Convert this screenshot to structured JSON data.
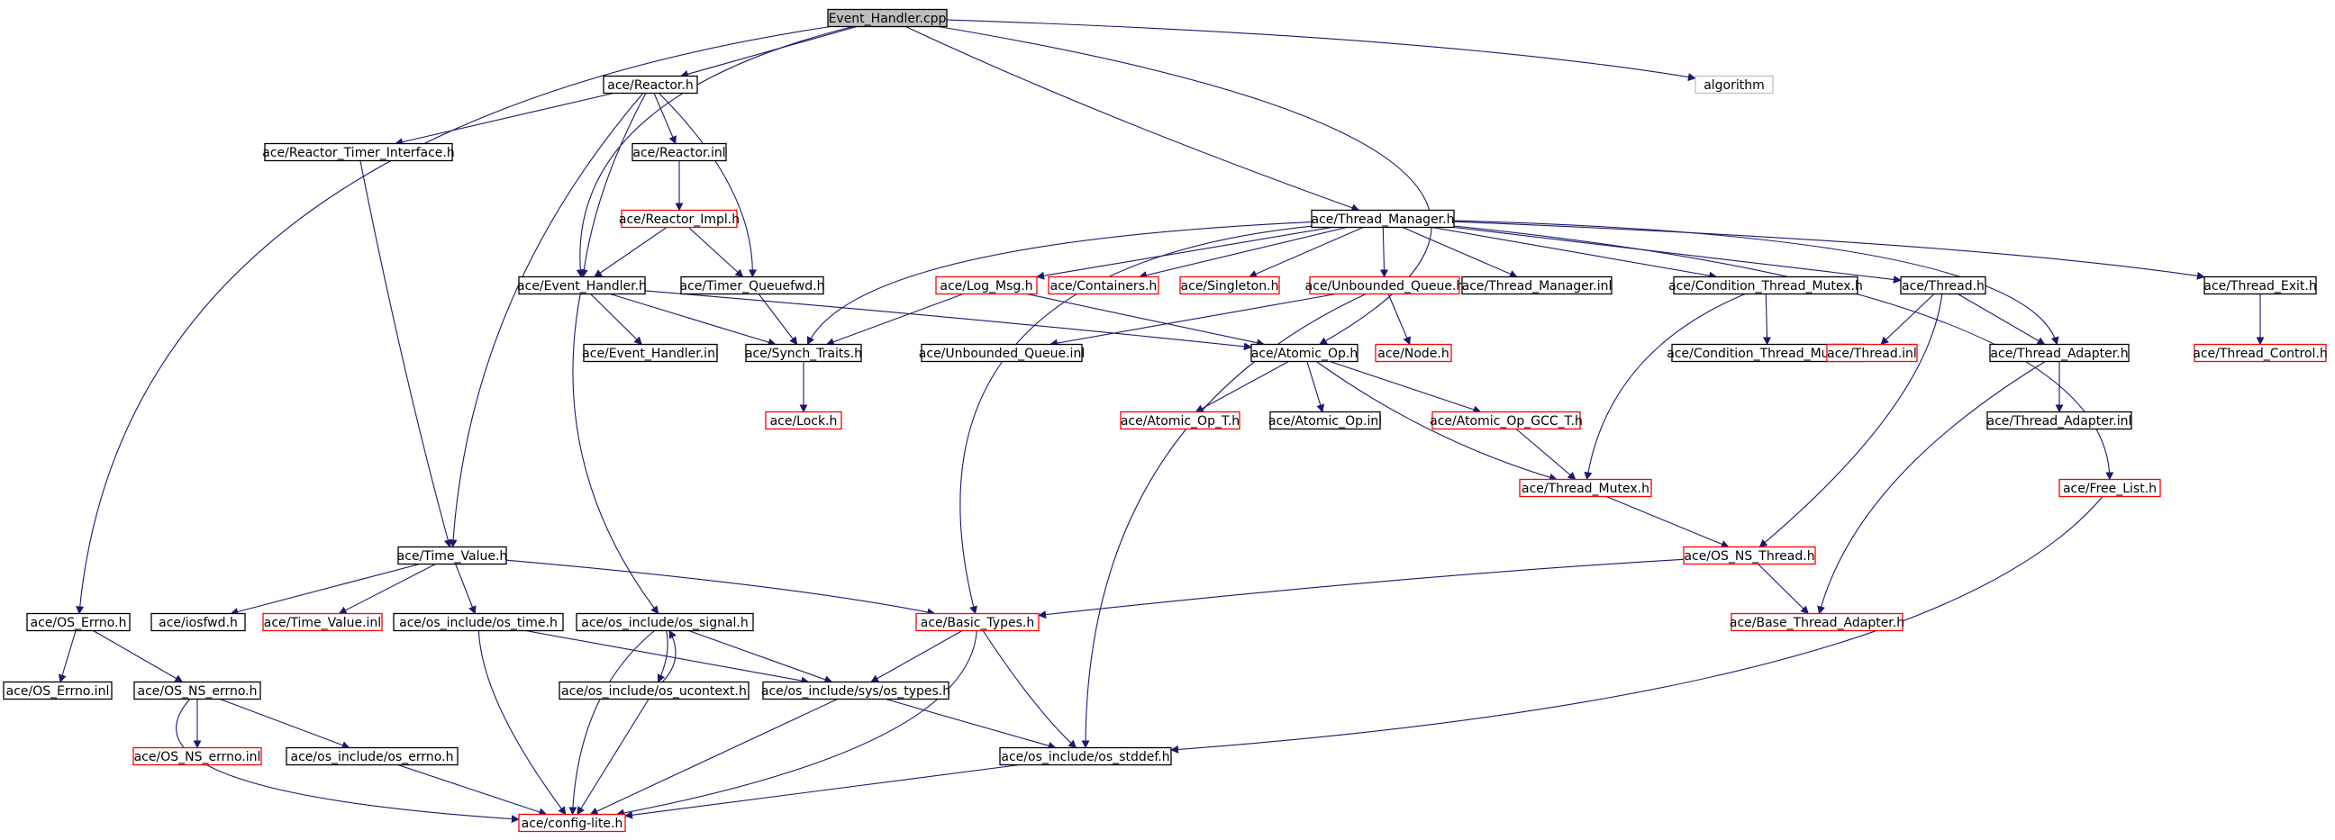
{
  "colors": {
    "edge": "#191970",
    "root_fill": "#bfbfbf",
    "node_border": "#000000",
    "missing_border": "#ff0000",
    "external_border": "#bfbfbf"
  },
  "nodes": [
    {
      "id": "event_handler_cpp",
      "label": "Event_Handler.cpp",
      "kind": "root"
    },
    {
      "id": "algorithm",
      "label": "algorithm",
      "kind": "external"
    },
    {
      "id": "reactor_h",
      "label": "ace/Reactor.h",
      "kind": "normal"
    },
    {
      "id": "reactor_timer_interface_h",
      "label": "ace/Reactor_Timer_Interface.h",
      "kind": "normal"
    },
    {
      "id": "reactor_inl",
      "label": "ace/Reactor.inl",
      "kind": "normal"
    },
    {
      "id": "reactor_impl_h",
      "label": "ace/Reactor_Impl.h",
      "kind": "incomplete"
    },
    {
      "id": "thread_manager_h",
      "label": "ace/Thread_Manager.h",
      "kind": "normal"
    },
    {
      "id": "ace_event_handler_h",
      "label": "ace/Event_Handler.h",
      "kind": "normal"
    },
    {
      "id": "timer_queuefwd_h",
      "label": "ace/Timer_Queuefwd.h",
      "kind": "normal"
    },
    {
      "id": "log_msg_h",
      "label": "ace/Log_Msg.h",
      "kind": "incomplete"
    },
    {
      "id": "containers_h",
      "label": "ace/Containers.h",
      "kind": "incomplete"
    },
    {
      "id": "singleton_h",
      "label": "ace/Singleton.h",
      "kind": "incomplete"
    },
    {
      "id": "unbounded_queue_h",
      "label": "ace/Unbounded_Queue.h",
      "kind": "incomplete"
    },
    {
      "id": "thread_manager_inl",
      "label": "ace/Thread_Manager.inl",
      "kind": "normal"
    },
    {
      "id": "condition_thread_mutex_h",
      "label": "ace/Condition_Thread_Mutex.h",
      "kind": "normal"
    },
    {
      "id": "thread_h",
      "label": "ace/Thread.h",
      "kind": "normal"
    },
    {
      "id": "thread_exit_h",
      "label": "ace/Thread_Exit.h",
      "kind": "normal"
    },
    {
      "id": "event_handler_inl",
      "label": "ace/Event_Handler.inl",
      "kind": "normal"
    },
    {
      "id": "synch_traits_h",
      "label": "ace/Synch_Traits.h",
      "kind": "normal"
    },
    {
      "id": "unbounded_queue_inl",
      "label": "ace/Unbounded_Queue.inl",
      "kind": "normal"
    },
    {
      "id": "atomic_op_h",
      "label": "ace/Atomic_Op.h",
      "kind": "normal"
    },
    {
      "id": "node_h",
      "label": "ace/Node.h",
      "kind": "incomplete"
    },
    {
      "id": "condition_thread_mutex_inl",
      "label": "ace/Condition_Thread_Mutex.inl",
      "kind": "normal"
    },
    {
      "id": "thread_inl",
      "label": "ace/Thread.inl",
      "kind": "incomplete"
    },
    {
      "id": "thread_adapter_h",
      "label": "ace/Thread_Adapter.h",
      "kind": "normal"
    },
    {
      "id": "thread_control_h",
      "label": "ace/Thread_Control.h",
      "kind": "incomplete"
    },
    {
      "id": "lock_h",
      "label": "ace/Lock.h",
      "kind": "incomplete"
    },
    {
      "id": "atomic_op_t_h",
      "label": "ace/Atomic_Op_T.h",
      "kind": "incomplete"
    },
    {
      "id": "atomic_op_inl",
      "label": "ace/Atomic_Op.inl",
      "kind": "normal"
    },
    {
      "id": "atomic_op_gcc_t_h",
      "label": "ace/Atomic_Op_GCC_T.h",
      "kind": "incomplete"
    },
    {
      "id": "thread_adapter_inl",
      "label": "ace/Thread_Adapter.inl",
      "kind": "normal"
    },
    {
      "id": "thread_mutex_h",
      "label": "ace/Thread_Mutex.h",
      "kind": "incomplete"
    },
    {
      "id": "free_list_h",
      "label": "ace/Free_List.h",
      "kind": "incomplete"
    },
    {
      "id": "time_value_h",
      "label": "ace/Time_Value.h",
      "kind": "normal"
    },
    {
      "id": "os_ns_thread_h",
      "label": "ace/OS_NS_Thread.h",
      "kind": "incomplete"
    },
    {
      "id": "os_errno_h",
      "label": "ace/OS_Errno.h",
      "kind": "normal"
    },
    {
      "id": "iosfwd_h",
      "label": "ace/iosfwd.h",
      "kind": "normal"
    },
    {
      "id": "time_value_inl",
      "label": "ace/Time_Value.inl",
      "kind": "incomplete"
    },
    {
      "id": "os_time_h",
      "label": "ace/os_include/os_time.h",
      "kind": "normal"
    },
    {
      "id": "os_signal_h",
      "label": "ace/os_include/os_signal.h",
      "kind": "normal"
    },
    {
      "id": "basic_types_h",
      "label": "ace/Basic_Types.h",
      "kind": "incomplete"
    },
    {
      "id": "base_thread_adapter_h",
      "label": "ace/Base_Thread_Adapter.h",
      "kind": "incomplete"
    },
    {
      "id": "os_errno_inl",
      "label": "ace/OS_Errno.inl",
      "kind": "normal"
    },
    {
      "id": "os_ns_errno_h",
      "label": "ace/OS_NS_errno.h",
      "kind": "normal"
    },
    {
      "id": "os_ucontext_h",
      "label": "ace/os_include/os_ucontext.h",
      "kind": "normal"
    },
    {
      "id": "os_types_h",
      "label": "ace/os_include/sys/os_types.h",
      "kind": "normal"
    },
    {
      "id": "os_ns_errno_inl",
      "label": "ace/OS_NS_errno.inl",
      "kind": "incomplete"
    },
    {
      "id": "os_include_errno_h",
      "label": "ace/os_include/os_errno.h",
      "kind": "normal"
    },
    {
      "id": "os_stddef_h",
      "label": "ace/os_include/os_stddef.h",
      "kind": "normal"
    },
    {
      "id": "config_lite_h",
      "label": "ace/config-lite.h",
      "kind": "incomplete"
    }
  ],
  "edges": [
    [
      "event_handler_cpp",
      "reactor_h"
    ],
    [
      "event_handler_cpp",
      "algorithm"
    ],
    [
      "event_handler_cpp",
      "thread_manager_h"
    ],
    [
      "event_handler_cpp",
      "ace_event_handler_h"
    ],
    [
      "event_handler_cpp",
      "os_errno_h"
    ],
    [
      "event_handler_cpp",
      "atomic_op_h"
    ],
    [
      "reactor_h",
      "reactor_timer_interface_h"
    ],
    [
      "reactor_h",
      "reactor_inl"
    ],
    [
      "reactor_h",
      "ace_event_handler_h"
    ],
    [
      "reactor_h",
      "timer_queuefwd_h"
    ],
    [
      "reactor_h",
      "time_value_h"
    ],
    [
      "reactor_inl",
      "reactor_impl_h"
    ],
    [
      "reactor_impl_h",
      "ace_event_handler_h"
    ],
    [
      "reactor_impl_h",
      "timer_queuefwd_h"
    ],
    [
      "reactor_timer_interface_h",
      "time_value_h"
    ],
    [
      "thread_manager_h",
      "log_msg_h"
    ],
    [
      "thread_manager_h",
      "containers_h"
    ],
    [
      "thread_manager_h",
      "singleton_h"
    ],
    [
      "thread_manager_h",
      "unbounded_queue_h"
    ],
    [
      "thread_manager_h",
      "thread_manager_inl"
    ],
    [
      "thread_manager_h",
      "condition_thread_mutex_h"
    ],
    [
      "thread_manager_h",
      "thread_h"
    ],
    [
      "thread_manager_h",
      "thread_exit_h"
    ],
    [
      "thread_manager_h",
      "synch_traits_h"
    ],
    [
      "thread_manager_h",
      "basic_types_h"
    ],
    [
      "thread_manager_h",
      "thread_adapter_h"
    ],
    [
      "thread_manager_h",
      "free_list_h"
    ],
    [
      "ace_event_handler_h",
      "event_handler_inl"
    ],
    [
      "ace_event_handler_h",
      "synch_traits_h"
    ],
    [
      "ace_event_handler_h",
      "atomic_op_h"
    ],
    [
      "ace_event_handler_h",
      "os_signal_h"
    ],
    [
      "timer_queuefwd_h",
      "synch_traits_h"
    ],
    [
      "log_msg_h",
      "synch_traits_h"
    ],
    [
      "log_msg_h",
      "atomic_op_h"
    ],
    [
      "unbounded_queue_h",
      "unbounded_queue_inl"
    ],
    [
      "unbounded_queue_h",
      "node_h"
    ],
    [
      "unbounded_queue_h",
      "os_stddef_h"
    ],
    [
      "condition_thread_mutex_h",
      "condition_thread_mutex_inl"
    ],
    [
      "condition_thread_mutex_h",
      "thread_mutex_h"
    ],
    [
      "thread_h",
      "thread_inl"
    ],
    [
      "thread_h",
      "thread_adapter_h"
    ],
    [
      "thread_h",
      "os_ns_thread_h"
    ],
    [
      "thread_exit_h",
      "thread_control_h"
    ],
    [
      "synch_traits_h",
      "lock_h"
    ],
    [
      "atomic_op_h",
      "atomic_op_t_h"
    ],
    [
      "atomic_op_h",
      "atomic_op_inl"
    ],
    [
      "atomic_op_h",
      "atomic_op_gcc_t_h"
    ],
    [
      "atomic_op_h",
      "thread_mutex_h"
    ],
    [
      "atomic_op_gcc_t_h",
      "thread_mutex_h"
    ],
    [
      "thread_adapter_h",
      "thread_adapter_inl"
    ],
    [
      "thread_adapter_h",
      "base_thread_adapter_h"
    ],
    [
      "thread_mutex_h",
      "os_ns_thread_h"
    ],
    [
      "os_ns_thread_h",
      "basic_types_h"
    ],
    [
      "os_ns_thread_h",
      "base_thread_adapter_h"
    ],
    [
      "free_list_h",
      "os_stddef_h"
    ],
    [
      "time_value_h",
      "iosfwd_h"
    ],
    [
      "time_value_h",
      "time_value_inl"
    ],
    [
      "time_value_h",
      "os_time_h"
    ],
    [
      "time_value_h",
      "basic_types_h"
    ],
    [
      "os_errno_h",
      "os_errno_inl"
    ],
    [
      "os_errno_h",
      "os_ns_errno_h"
    ],
    [
      "os_ns_errno_h",
      "os_ns_errno_inl"
    ],
    [
      "os_ns_errno_h",
      "os_include_errno_h"
    ],
    [
      "os_ns_errno_h",
      "config_lite_h"
    ],
    [
      "os_time_h",
      "os_types_h"
    ],
    [
      "os_time_h",
      "config_lite_h"
    ],
    [
      "os_signal_h",
      "os_ucontext_h"
    ],
    [
      "os_signal_h",
      "os_types_h"
    ],
    [
      "os_signal_h",
      "config_lite_h"
    ],
    [
      "os_ucontext_h",
      "os_signal_h"
    ],
    [
      "os_ucontext_h",
      "config_lite_h"
    ],
    [
      "basic_types_h",
      "os_types_h"
    ],
    [
      "basic_types_h",
      "os_stddef_h"
    ],
    [
      "basic_types_h",
      "config_lite_h"
    ],
    [
      "os_types_h",
      "os_stddef_h"
    ],
    [
      "os_types_h",
      "config_lite_h"
    ],
    [
      "os_include_errno_h",
      "config_lite_h"
    ],
    [
      "os_stddef_h",
      "config_lite_h"
    ]
  ]
}
